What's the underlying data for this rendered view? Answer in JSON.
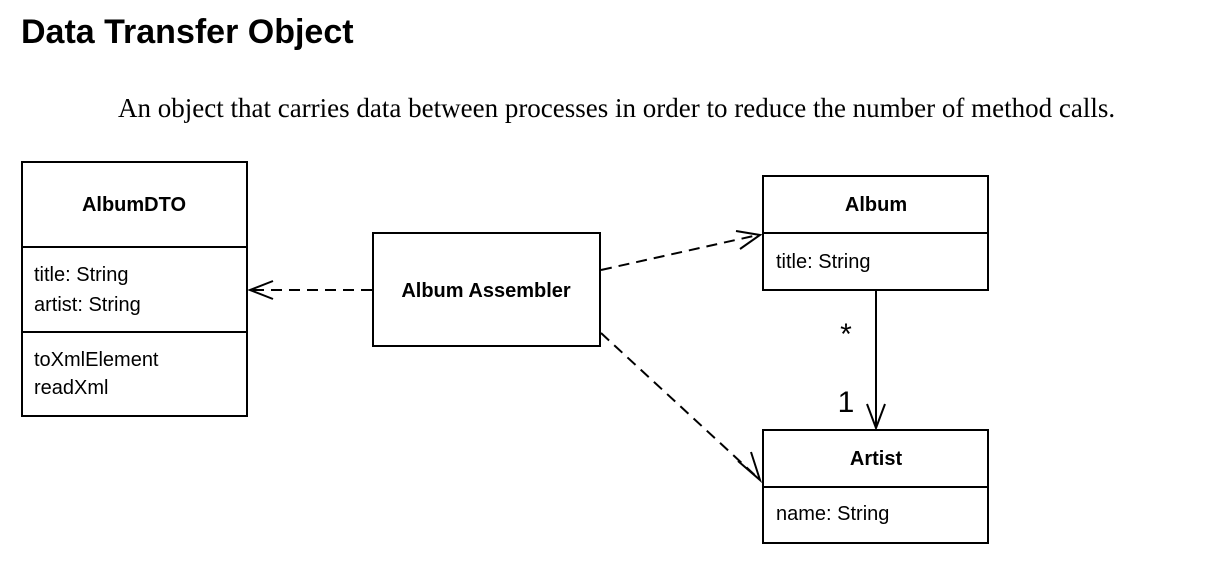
{
  "header": {
    "title": "Data Transfer Object",
    "description": "An object that carries data between processes in order to reduce the number of method calls."
  },
  "diagram": {
    "classes": {
      "album_dto": {
        "name": "AlbumDTO",
        "attributes": [
          "title: String",
          "artist: String"
        ],
        "methods": [
          "toXmlElement",
          "readXml"
        ]
      },
      "album_assembler": {
        "name": "Album Assembler"
      },
      "album": {
        "name": "Album",
        "attributes": [
          "title: String"
        ]
      },
      "artist": {
        "name": "Artist",
        "attributes": [
          "name: String"
        ]
      }
    },
    "associations": {
      "album_artist": {
        "source_multiplicity": "*",
        "target_multiplicity": "1"
      }
    },
    "colors": {
      "line": "#000000",
      "background": "#ffffff"
    }
  }
}
